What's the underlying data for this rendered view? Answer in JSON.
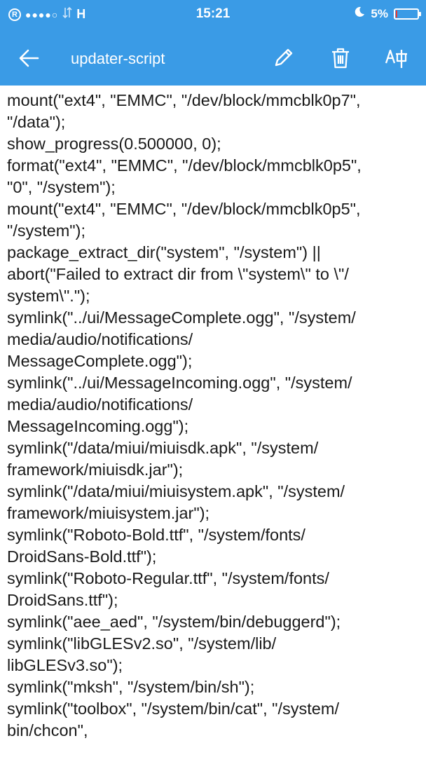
{
  "status_bar": {
    "left_symbol": "R",
    "signal": "●●●●○",
    "network": "H",
    "time": "15:21",
    "battery": "5%"
  },
  "toolbar": {
    "title": "updater-script",
    "back_icon": "arrow-left-icon",
    "edit_icon": "pencil-icon",
    "delete_icon": "trash-icon",
    "translate_icon": "translate-icon"
  },
  "colors": {
    "primary": "#3a9be6",
    "text": "#1a1a1a",
    "battery_low": "#e53935"
  },
  "script_lines": [
    "mount(\"ext4\", \"EMMC\", \"/dev/block/mmcblk0p7\",",
    "\"/data\");",
    "show_progress(0.500000, 0);",
    "format(\"ext4\", \"EMMC\", \"/dev/block/mmcblk0p5\",",
    "\"0\", \"/system\");",
    "mount(\"ext4\", \"EMMC\", \"/dev/block/mmcblk0p5\",",
    "\"/system\");",
    "package_extract_dir(\"system\", \"/system\") ||",
    "abort(\"Failed to extract dir from \\\"system\\\" to \\\"/",
    "system\\\".\");",
    "symlink(\"../ui/MessageComplete.ogg\", \"/system/",
    "media/audio/notifications/",
    "MessageComplete.ogg\");",
    "symlink(\"../ui/MessageIncoming.ogg\", \"/system/",
    "media/audio/notifications/",
    "MessageIncoming.ogg\");",
    "symlink(\"/data/miui/miuisdk.apk\", \"/system/",
    "framework/miuisdk.jar\");",
    "symlink(\"/data/miui/miuisystem.apk\", \"/system/",
    "framework/miuisystem.jar\");",
    "symlink(\"Roboto-Bold.ttf\", \"/system/fonts/",
    "DroidSans-Bold.ttf\");",
    "symlink(\"Roboto-Regular.ttf\", \"/system/fonts/",
    "DroidSans.ttf\");",
    "symlink(\"aee_aed\", \"/system/bin/debuggerd\");",
    "symlink(\"libGLESv2.so\", \"/system/lib/",
    "libGLESv3.so\");",
    "symlink(\"mksh\", \"/system/bin/sh\");",
    "symlink(\"toolbox\", \"/system/bin/cat\", \"/system/",
    "bin/chcon\","
  ]
}
